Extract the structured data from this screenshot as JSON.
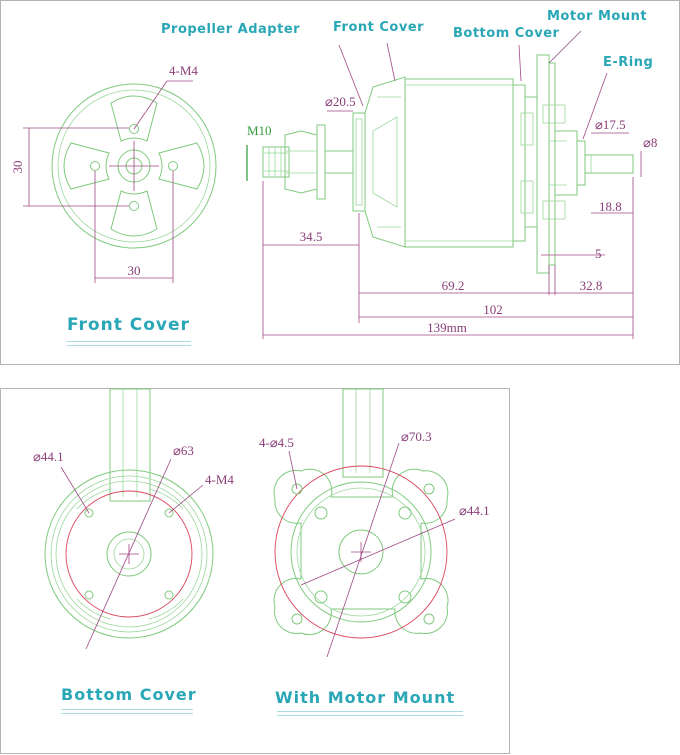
{
  "callouts": {
    "propeller_adapter": "Propeller Adapter",
    "front_cover": "Front Cover",
    "bottom_cover": "Bottom Cover",
    "motor_mount": "Motor Mount",
    "e_ring": "E-Ring"
  },
  "section_titles": {
    "front_cover": "Front Cover",
    "bottom_cover": "Bottom Cover",
    "with_motor_mount": "With  Motor  Mount"
  },
  "front_view": {
    "holes_label": "4-M4",
    "vertical_dim": "30",
    "horizontal_dim": "30"
  },
  "side_view": {
    "thread_label": "M10",
    "adapter_dia": "⌀20.5",
    "eccentric_dia": "⌀17.5",
    "shaft_dia": "⌀8",
    "shaft_len": "18.8",
    "adapter_len": "34.5",
    "mount_thickness": "5",
    "body_len": "69.2",
    "rear_len": "32.8",
    "mid_len": "102",
    "total_len": "139mm"
  },
  "bottom_view": {
    "inner_dia": "⌀44.1",
    "outer_dia": "⌀63",
    "holes_label": "4-M4"
  },
  "mount_view": {
    "holes_label": "4-⌀4.5",
    "outer_dia": "⌀70.3",
    "pcd_dia": "⌀44.1"
  },
  "colors": {
    "drawing_lines": "#7fca7f",
    "dimension_lines": "#a04a86",
    "callout_text": "#2aa7b7",
    "circle_highlight": "#d8465c"
  }
}
